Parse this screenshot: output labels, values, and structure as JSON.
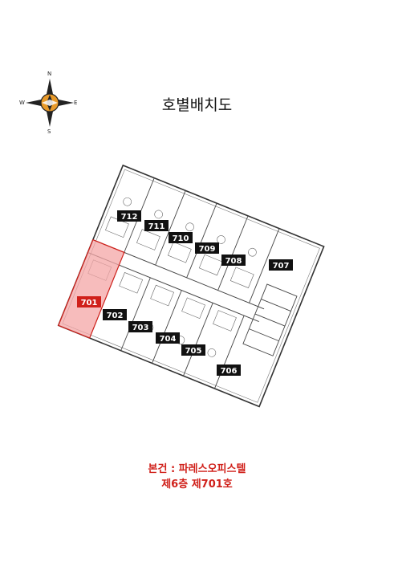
{
  "title": "호별배치도",
  "compass": {
    "n": "N",
    "s": "S",
    "e": "E",
    "w": "W",
    "accent": "#e89a2a"
  },
  "units": [
    "712",
    "711",
    "710",
    "709",
    "708",
    "707",
    "701",
    "702",
    "703",
    "704",
    "705",
    "706"
  ],
  "selected_unit": "701",
  "highlight_color": "#f4a6a6",
  "caption": {
    "line1": "본건 : 파레스오피스텔",
    "line2": "제6층 제701호"
  }
}
